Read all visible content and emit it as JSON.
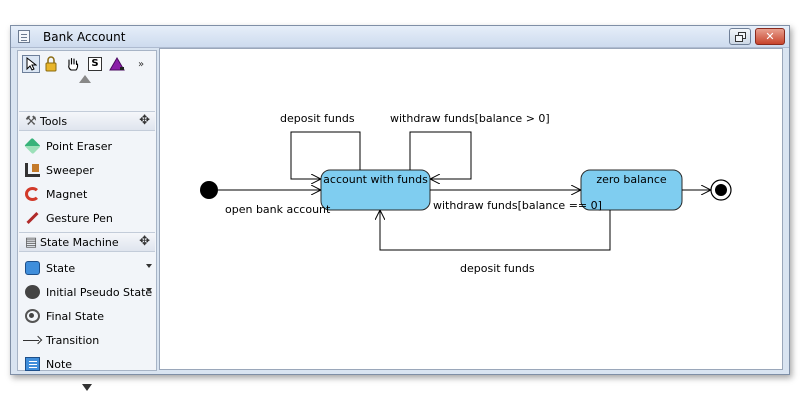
{
  "window": {
    "title": "Bank Account"
  },
  "palette": {
    "toolbar": {
      "s_label": "S",
      "more_label": "»"
    },
    "tools_section": {
      "label": "Tools",
      "items": [
        {
          "label": "Point Eraser",
          "icon": "eraser-icon"
        },
        {
          "label": "Sweeper",
          "icon": "sweeper-icon"
        },
        {
          "label": "Magnet",
          "icon": "magnet-icon"
        },
        {
          "label": "Gesture Pen",
          "icon": "pen-icon"
        }
      ]
    },
    "state_machine_section": {
      "label": "State Machine",
      "items": [
        {
          "label": "State",
          "icon": "state-icon"
        },
        {
          "label": "Initial Pseudo State",
          "icon": "initial-state-icon"
        },
        {
          "label": "Final State",
          "icon": "final-state-icon"
        },
        {
          "label": "Transition",
          "icon": "transition-icon"
        },
        {
          "label": "Note",
          "icon": "note-icon"
        }
      ]
    }
  },
  "diagram": {
    "states": {
      "account_with_funds": "account with funds",
      "zero_balance": "zero balance"
    },
    "transitions": {
      "open_bank_account": "open bank account",
      "deposit_funds_self": "deposit funds",
      "withdraw_funds_self": "withdraw funds[balance > 0]",
      "withdraw_funds_to_zero": "withdraw funds[balance == 0]",
      "deposit_funds_back": "deposit funds"
    },
    "colors": {
      "state_fill": "#7fcdf0",
      "state_stroke": "#2a2a2a"
    }
  }
}
